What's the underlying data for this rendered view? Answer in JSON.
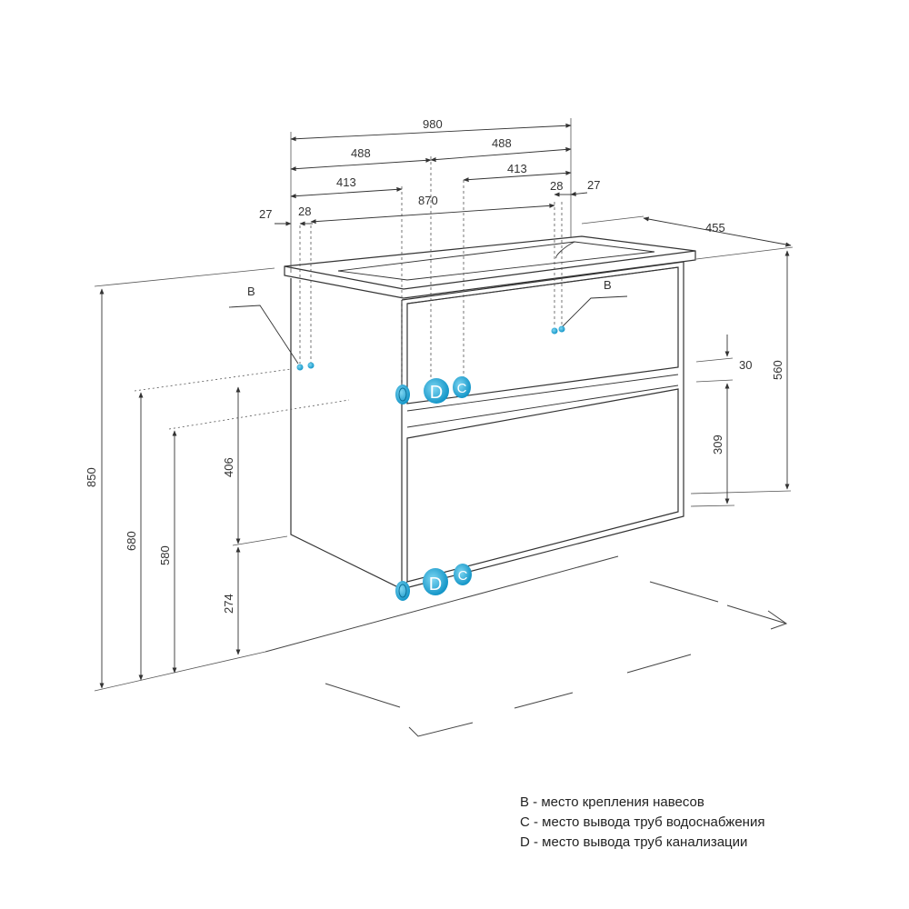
{
  "dimensions": {
    "total_width": "980",
    "half_left": "488",
    "half_right": "488",
    "offset_left": "413",
    "offset_right": "413",
    "inner_width": "870",
    "edge_left_outer": "27",
    "edge_left_inner": "28",
    "edge_right_inner": "28",
    "edge_right_outer": "27",
    "depth": "455",
    "front_height": "560",
    "gap_top": "30",
    "drawer_height": "309",
    "total_height": "850",
    "height_680": "680",
    "height_580": "580",
    "height_406": "406",
    "height_274": "274"
  },
  "markers": {
    "b_left": "B",
    "b_right": "B",
    "c": "C",
    "d": "D"
  },
  "legend": {
    "b": "B - место крепления навесов",
    "c": "C - место вывода труб водоснабжения",
    "d": "D - место вывода труб канализации"
  },
  "colors": {
    "line": "#333333",
    "accent": "#1ba8d8"
  }
}
